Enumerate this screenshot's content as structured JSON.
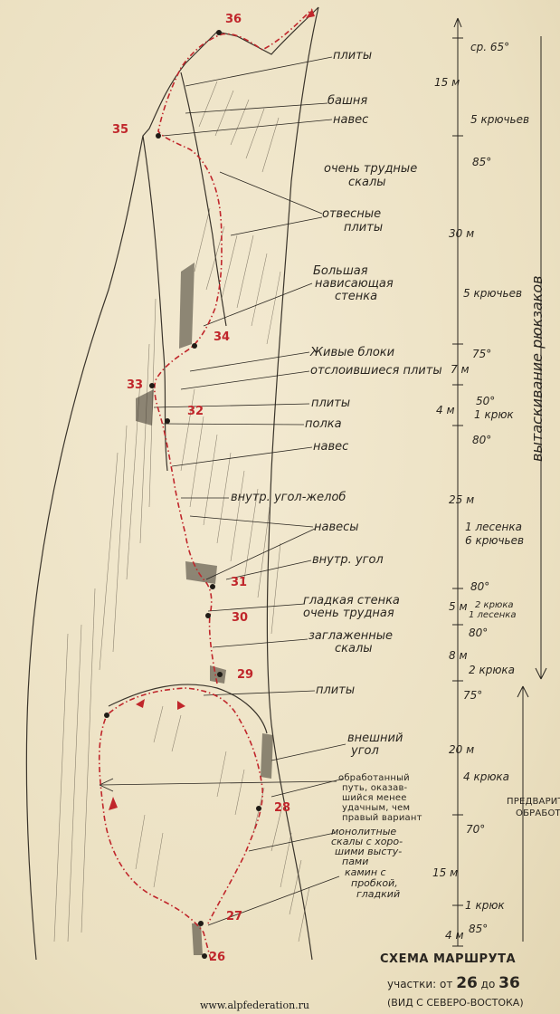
{
  "colors": {
    "paper": "#efe4c8",
    "ink": "#2a2620",
    "route": "#c0262b"
  },
  "stations": [
    "36",
    "35",
    "34",
    "33",
    "32",
    "31",
    "30",
    "29",
    "28",
    "27",
    "26"
  ],
  "labels": {
    "plity_top": "плиты",
    "bashnya": "башня",
    "naves_top": "навес",
    "ochen_trudnye_1": "очень трудные",
    "ochen_trudnye_2": "скалы",
    "otvesnye_1": "отвесные",
    "otvesnye_2": "плиты",
    "bolshaya_1": "Большая",
    "bolshaya_2": "нависающая",
    "bolshaya_3": "стенка",
    "zhivye": "Живые блоки",
    "otsloiv": "отслоившиеся плиты",
    "plity_mid": "плиты",
    "polka": "полка",
    "naves_mid": "навес",
    "vnutr_zhelob": "внутр. угол-желоб",
    "navesy": "навесы",
    "vnutr_ugol": "внутр. угол",
    "gladkaya_1": "гладкая стенка",
    "gladkaya_2": "очень трудная",
    "zaglazh_1": "заглаженные",
    "zaglazh_2": "скалы",
    "plity_low": "плиты",
    "vneshniy_1": "внешний",
    "vneshniy_2": "угол",
    "obrab_1": "обработанный",
    "obrab_2": "путь, оказав-",
    "obrab_3": "шийся менее",
    "obrab_4": "удачным, чем",
    "obrab_5": "правый вариант",
    "monolit_1": "монолитные",
    "monolit_2": "скалы с хоро-",
    "monolit_3": "шими высту-",
    "monolit_4": "пами",
    "kamin_1": "камин с",
    "kamin_2": "пробкой,",
    "kamin_3": "гладкий"
  },
  "measurements": {
    "m1": "ср. 65°",
    "m2": "15 м",
    "m3": "5 крючьев",
    "m4": "85°",
    "m5": "30 м",
    "m6": "5 крючьев",
    "m7": "75°",
    "m8": "7 м",
    "m9": "50°",
    "m10": "4 м",
    "m11": "1 крюк",
    "m12": "80°",
    "m13": "25 м",
    "m14": "1 лесенка",
    "m15": "6 крючьев",
    "m16": "80°",
    "m17": "5 м",
    "m18": "2 крюка",
    "m19": "1 лесенка",
    "m20": "80°",
    "m21": "8 м",
    "m22": "2 крюка",
    "m23": "75°",
    "m24": "20 м",
    "m25": "4 крюка",
    "m26": "70°",
    "m27": "15 м",
    "m28": "1 крюк",
    "m29": "4 м",
    "m30": "85°"
  },
  "side": {
    "hauling": "вытаскивание рюкзаков",
    "prelim_1": "ПРЕДВАРИТЕ",
    "prelim_2": "ОБРАБОТ"
  },
  "title": {
    "line1": "СХЕМА МАРШРУТА",
    "line2_a": "участки: от ",
    "line2_b": "26",
    "line2_c": " до ",
    "line2_d": "36",
    "line3": "(ВИД С СЕВЕРО-ВОСТОКА)"
  },
  "website": "www.alpfederation.ru"
}
